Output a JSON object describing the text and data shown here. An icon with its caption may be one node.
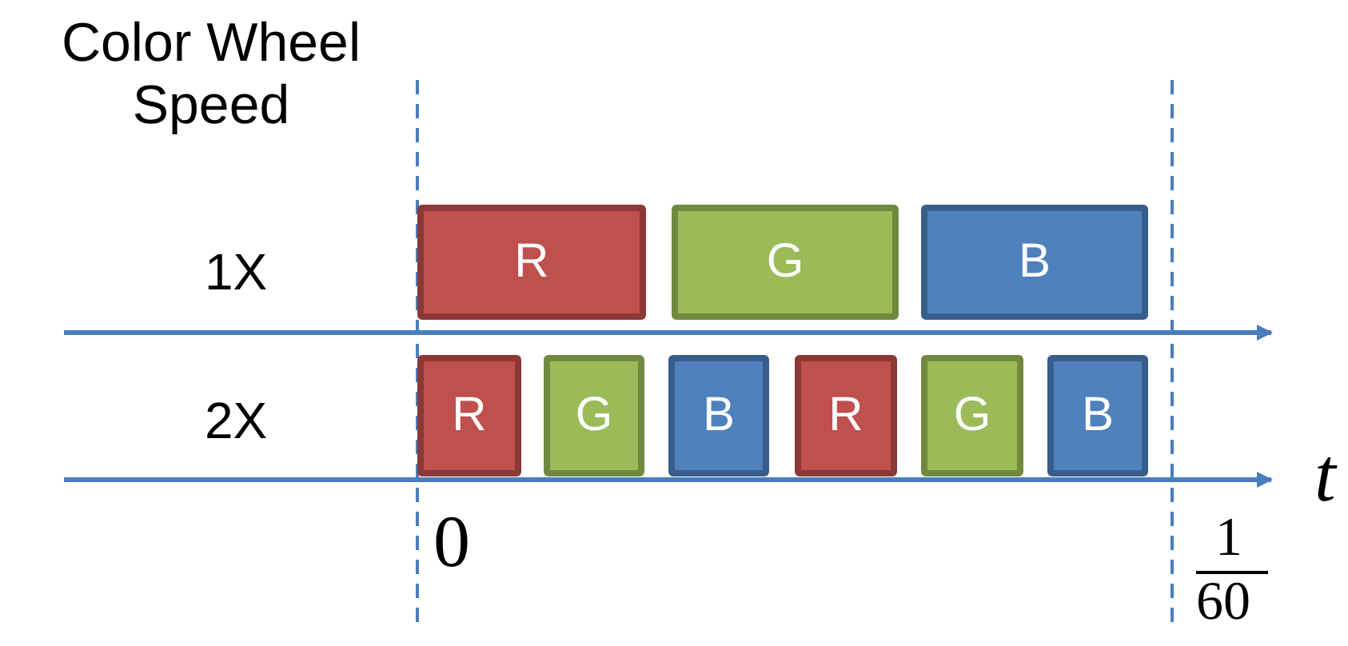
{
  "diagram": {
    "nodes": [
      {
        "text": [
          "R"
        ]
      },
      {
        "text": [
          "G"
        ]
      },
      {
        "text": [
          "B"
        ]
      },
      {
        "text": [
          "R"
        ]
      },
      {
        "text": [
          "G"
        ]
      },
      {
        "text": [
          "B"
        ]
      },
      {
        "text": [
          "R"
        ]
      },
      {
        "text": [
          "G"
        ]
      },
      {
        "text": [
          "B"
        ]
      }
    ],
    "labels": [
      "Color Wheel Speed",
      "1X",
      "2X",
      "0",
      "1",
      "60",
      "t"
    ]
  }
}
